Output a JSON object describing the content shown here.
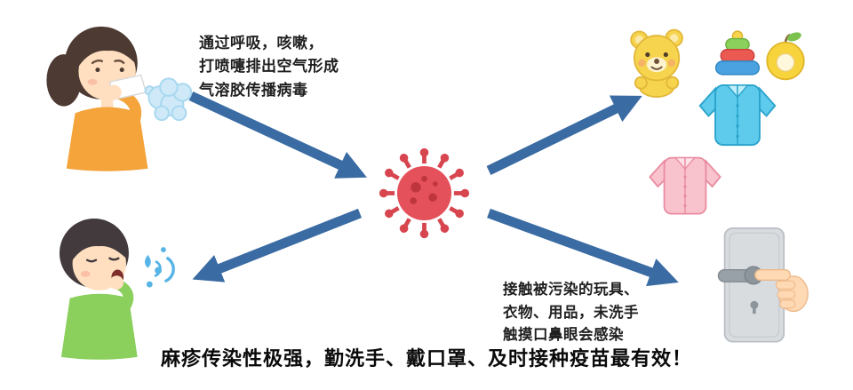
{
  "aerosol_note": {
    "line1": "通过呼吸，咳嗽，",
    "line2": "打喷嚏排出空气形成",
    "line3": "气溶胶传播病毒"
  },
  "contact_note": {
    "line1": "接触被污染的玩具、",
    "line2": "衣物、用品，未洗手",
    "line3": "触摸口鼻眼会感染"
  },
  "footer": {
    "text": "麻疹传染性极强，勤洗手、戴口罩、及时接种疫苗最有效！"
  },
  "colors": {
    "arrow": "#3a6ba3",
    "virus_body": "#e4515a",
    "virus_spot": "#bf353e",
    "note_text": "#1f1f1f",
    "footer_text": "#0a0a0a"
  },
  "icons": {
    "sneezing_person": "sneezing-woman-icon",
    "coughing_person": "coughing-boy-icon",
    "virus": "virus-icon",
    "teddy_bear": "teddy-bear-icon",
    "stacking_toy": "stacking-toy-icon",
    "fruit_teether": "fruit-teether-icon",
    "blue_shirt": "blue-shirt-icon",
    "pink_shirt": "pink-shirt-icon",
    "door_handle": "door-handle-hand-icon"
  }
}
